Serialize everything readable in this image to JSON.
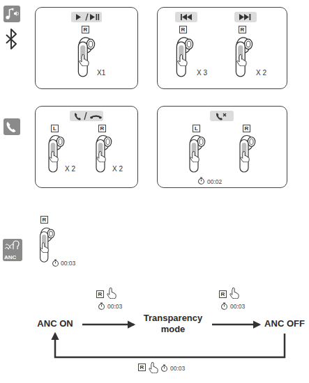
{
  "diagram": {
    "nodes": [
      {
        "text": [
          "R",
          "X1"
        ]
      },
      {
        "text": [
          "R",
          "R",
          "X 3",
          "X 2"
        ]
      },
      {
        "text": [
          "L",
          "R",
          "X 2",
          "X 2"
        ]
      },
      {
        "text": [
          "L",
          "R",
          "00:02"
        ]
      },
      {
        "text": [
          "ANC ON"
        ]
      },
      {
        "text": [
          "Transparency mode"
        ]
      },
      {
        "text": [
          "ANC OFF"
        ]
      }
    ],
    "edges": [
      {
        "from": 4,
        "to": 5,
        "arrow": "to",
        "label": "00:03"
      },
      {
        "from": 5,
        "to": 6,
        "arrow": "to",
        "label": "00:03"
      },
      {
        "from": 6,
        "to": 4,
        "arrow": "to",
        "label": "00:03"
      }
    ],
    "labels": [
      "ANC",
      "R",
      "00:03",
      "R",
      "R",
      "R"
    ]
  }
}
